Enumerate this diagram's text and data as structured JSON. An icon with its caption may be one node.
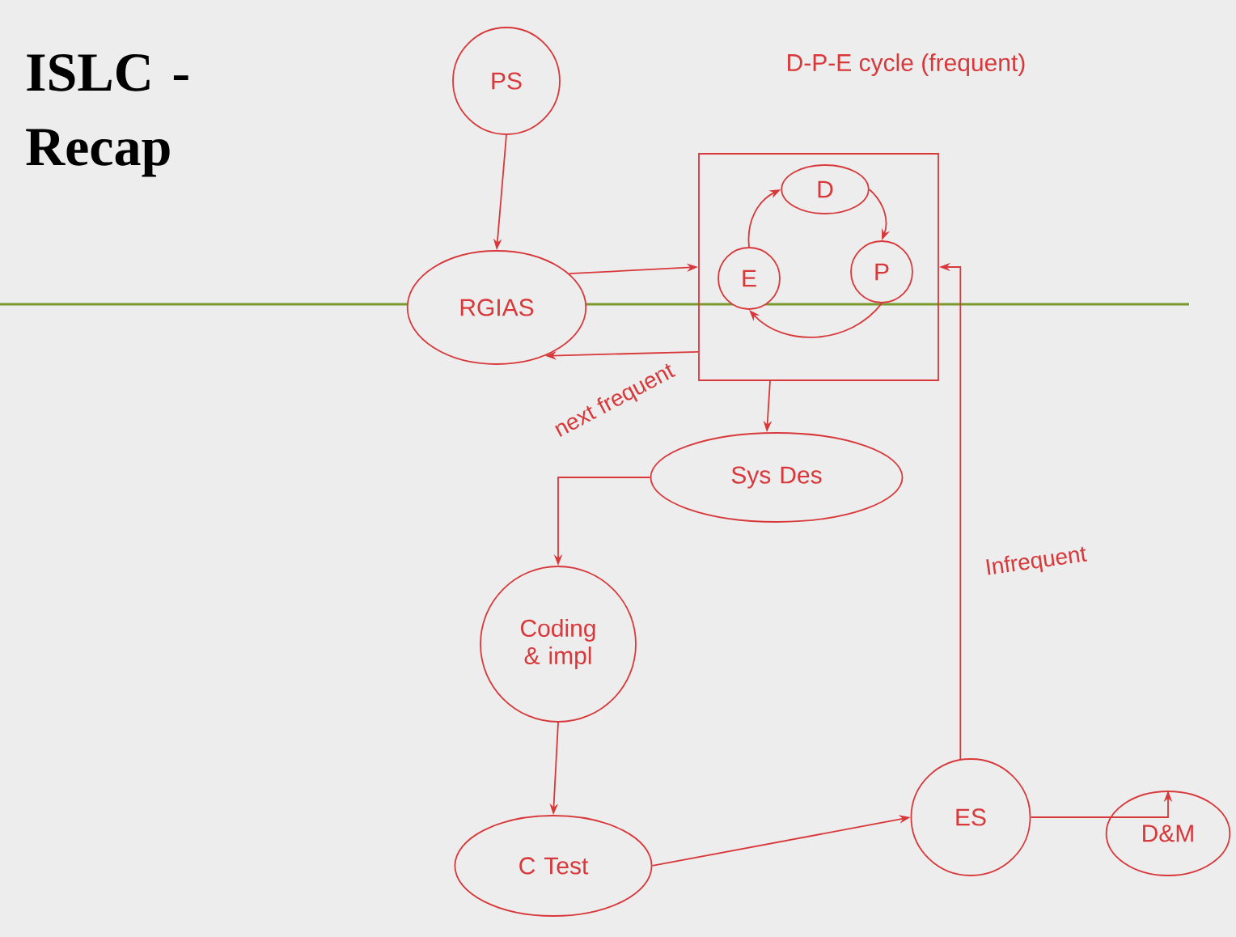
{
  "diagram": {
    "title": "ISLC - Recap",
    "nodes": [
      {
        "text": [
          "PS"
        ]
      },
      {
        "text": [
          "RGIAS"
        ]
      },
      {
        "text": [
          "D-P-E cycle (frequent)"
        ]
      },
      {
        "text": [
          "D"
        ],
        "in": 2
      },
      {
        "text": [
          "P"
        ],
        "in": 2
      },
      {
        "text": [
          "E"
        ],
        "in": 2
      },
      {
        "text": [
          "Sys Des"
        ]
      },
      {
        "text": [
          "Coding & impl"
        ]
      },
      {
        "text": [
          "C Test"
        ]
      },
      {
        "text": [
          "ES"
        ]
      },
      {
        "text": [
          "D&M"
        ]
      }
    ],
    "edges": [
      {
        "from": 0,
        "to": 1,
        "arrow": "to"
      },
      {
        "from": 1,
        "to": 2,
        "arrow": "to"
      },
      {
        "from": 2,
        "to": 1,
        "arrow": "to",
        "label": "next frequent"
      },
      {
        "from": 3,
        "to": 4,
        "arrow": "to"
      },
      {
        "from": 4,
        "to": 5,
        "arrow": "to"
      },
      {
        "from": 5,
        "to": 3,
        "arrow": "to"
      },
      {
        "from": 2,
        "to": 6,
        "arrow": "to"
      },
      {
        "from": 6,
        "to": 7,
        "arrow": "to"
      },
      {
        "from": 7,
        "to": 8,
        "arrow": "to"
      },
      {
        "from": 8,
        "to": 9,
        "arrow": "to"
      },
      {
        "from": 9,
        "to": 2,
        "arrow": "to",
        "label": "Infrequent"
      },
      {
        "from": 9,
        "to": 10,
        "arrow": "to"
      }
    ]
  }
}
